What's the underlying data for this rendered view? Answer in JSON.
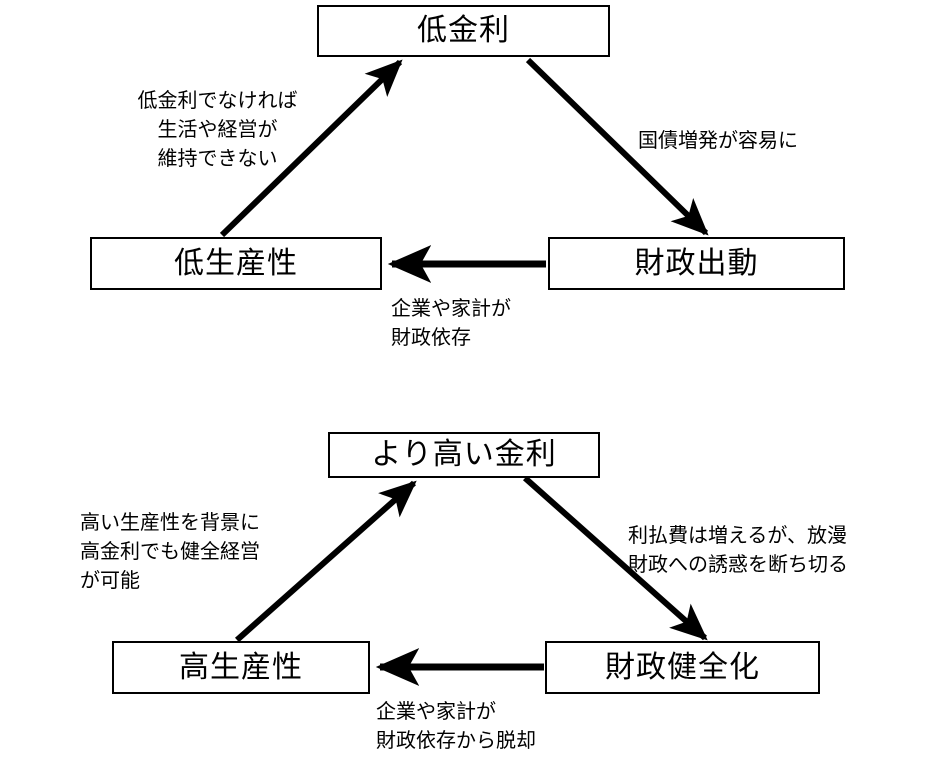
{
  "diagram": {
    "type": "cycle-diagram",
    "line_color": "#000000",
    "background_color": "#ffffff",
    "cycles": [
      {
        "id": "low-rate-cycle",
        "nodes": [
          {
            "id": "low-interest-rate",
            "label": "低金利"
          },
          {
            "id": "low-productivity",
            "label": "低生産性"
          },
          {
            "id": "fiscal-stimulus",
            "label": "財政出動"
          }
        ],
        "edges": [
          {
            "id": "low-rate-to-fiscal-stimulus",
            "from": "low-interest-rate",
            "to": "fiscal-stimulus",
            "label": "国債増発が容易に"
          },
          {
            "id": "fiscal-stimulus-to-low-productivity",
            "from": "fiscal-stimulus",
            "to": "low-productivity",
            "label": "企業や家計が\n財政依存"
          },
          {
            "id": "low-productivity-to-low-rate",
            "from": "low-productivity",
            "to": "low-interest-rate",
            "label": "低金利でなければ\n生活や経営が\n維持できない"
          }
        ]
      },
      {
        "id": "higher-rate-cycle",
        "nodes": [
          {
            "id": "higher-interest-rate",
            "label": "より高い金利"
          },
          {
            "id": "high-productivity",
            "label": "高生産性"
          },
          {
            "id": "fiscal-consolidation",
            "label": "財政健全化"
          }
        ],
        "edges": [
          {
            "id": "higher-rate-to-fiscal-consolidation",
            "from": "higher-interest-rate",
            "to": "fiscal-consolidation",
            "label": "利払費は増えるが、放漫\n財政への誘惑を断ち切る"
          },
          {
            "id": "fiscal-consolidation-to-high-productivity",
            "from": "fiscal-consolidation",
            "to": "high-productivity",
            "label": "企業や家計が\n財政依存から脱却"
          },
          {
            "id": "high-productivity-to-higher-rate",
            "from": "high-productivity",
            "to": "higher-interest-rate",
            "label": "高い生産性を背景に\n高金利でも健全経営\nが可能"
          }
        ]
      }
    ]
  }
}
